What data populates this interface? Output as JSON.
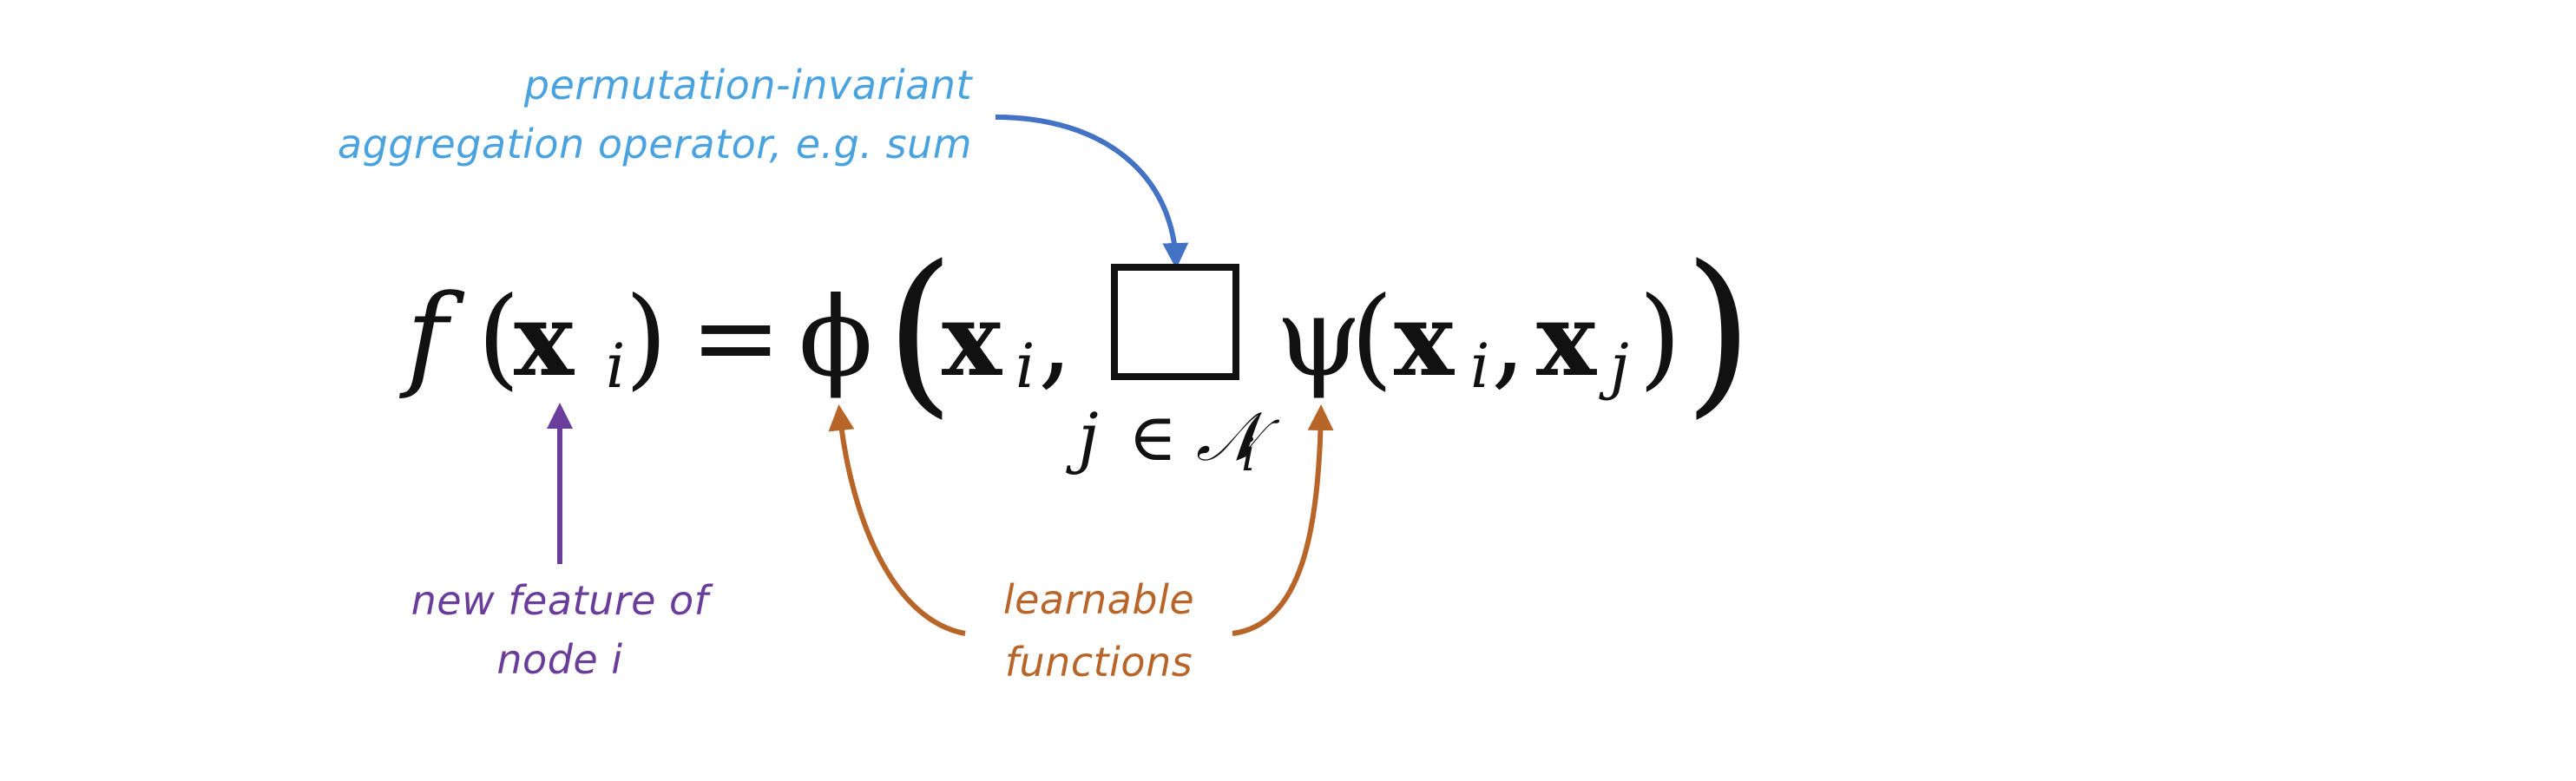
{
  "annotations": {
    "aggregation_line1": "permutation-invariant",
    "aggregation_line2": "aggregation operator, e.g. sum",
    "new_feature_line1": "new feature of",
    "new_feature_line2": "node i",
    "learnable_line1": "learnable",
    "learnable_line2": "functions"
  },
  "formula": {
    "f": "f",
    "paren_open": "(",
    "paren_close": ")",
    "x": "x",
    "i": "i",
    "j": "j",
    "equals": "=",
    "phi": "ϕ",
    "psi": "ψ",
    "comma": ",",
    "subscript_j": "j",
    "element_of": "∈",
    "neighborhood": "𝒩",
    "subscript_i": "i"
  },
  "colors": {
    "aggregation": "#4aa3df",
    "aggregation_arrow": "#4472c4",
    "new_feature": "#6a3d9a",
    "learnable": "#b8652a",
    "formula": "#111111"
  }
}
